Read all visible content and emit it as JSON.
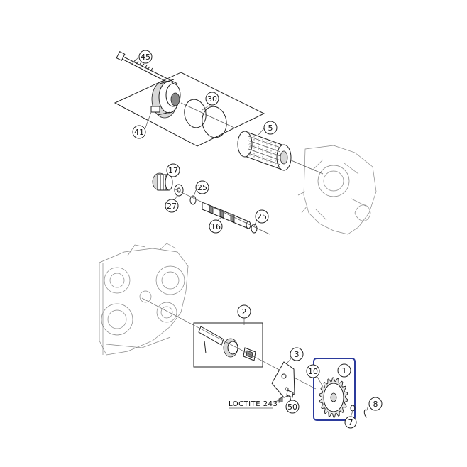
{
  "callouts": {
    "c45": "45",
    "c41": "41",
    "c30": "30",
    "c5": "5",
    "c17": "17",
    "c25a": "25",
    "c27": "27",
    "c16": "16",
    "c25b": "25",
    "c2": "2",
    "c3": "3",
    "c10": "10",
    "c1": "1",
    "c8": "8",
    "c7": "7",
    "c50": "50"
  },
  "loctite_label": "LOCTITE 243",
  "colors": {
    "highlight_box": "#2b3a9c",
    "line": "#222222"
  }
}
